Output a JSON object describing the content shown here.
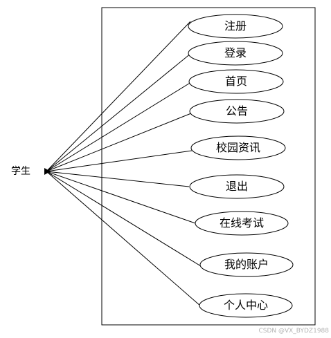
{
  "actor": {
    "label": "学生"
  },
  "use_cases": [
    {
      "label": "注册"
    },
    {
      "label": "登录"
    },
    {
      "label": "首页"
    },
    {
      "label": "公告"
    },
    {
      "label": "校园资讯"
    },
    {
      "label": "退出"
    },
    {
      "label": "在线考试"
    },
    {
      "label": "我的账户"
    },
    {
      "label": "个人中心"
    }
  ],
  "watermark": "CSDN @VX_BYDZ1988"
}
